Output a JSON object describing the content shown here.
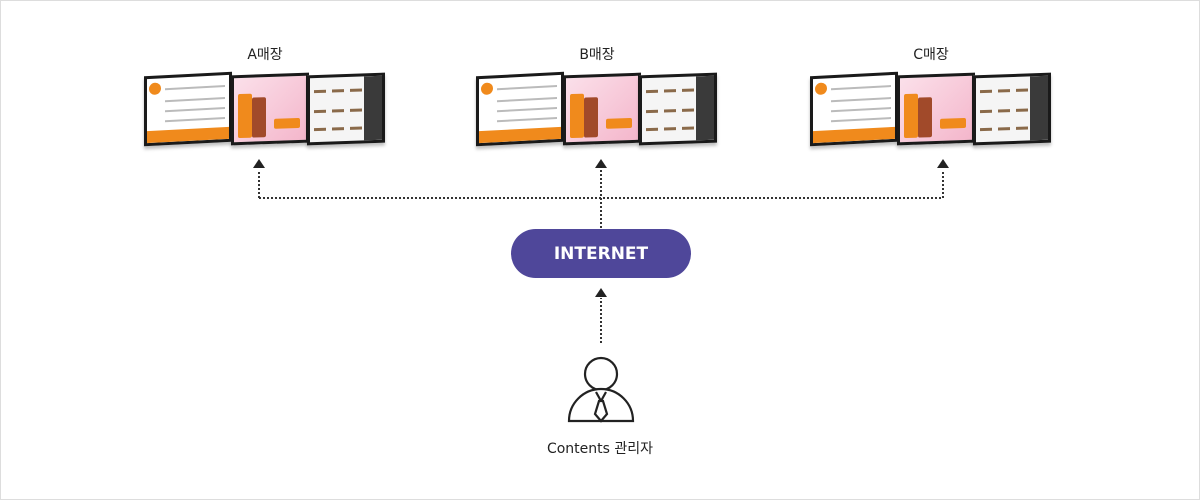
{
  "stores": [
    {
      "label": "A매장"
    },
    {
      "label": "B매장"
    },
    {
      "label": "C매장"
    }
  ],
  "network": {
    "label": "INTERNET",
    "color": "#4f479a"
  },
  "admin": {
    "label": "Contents 관리자",
    "icon": "person-with-tie-icon"
  }
}
